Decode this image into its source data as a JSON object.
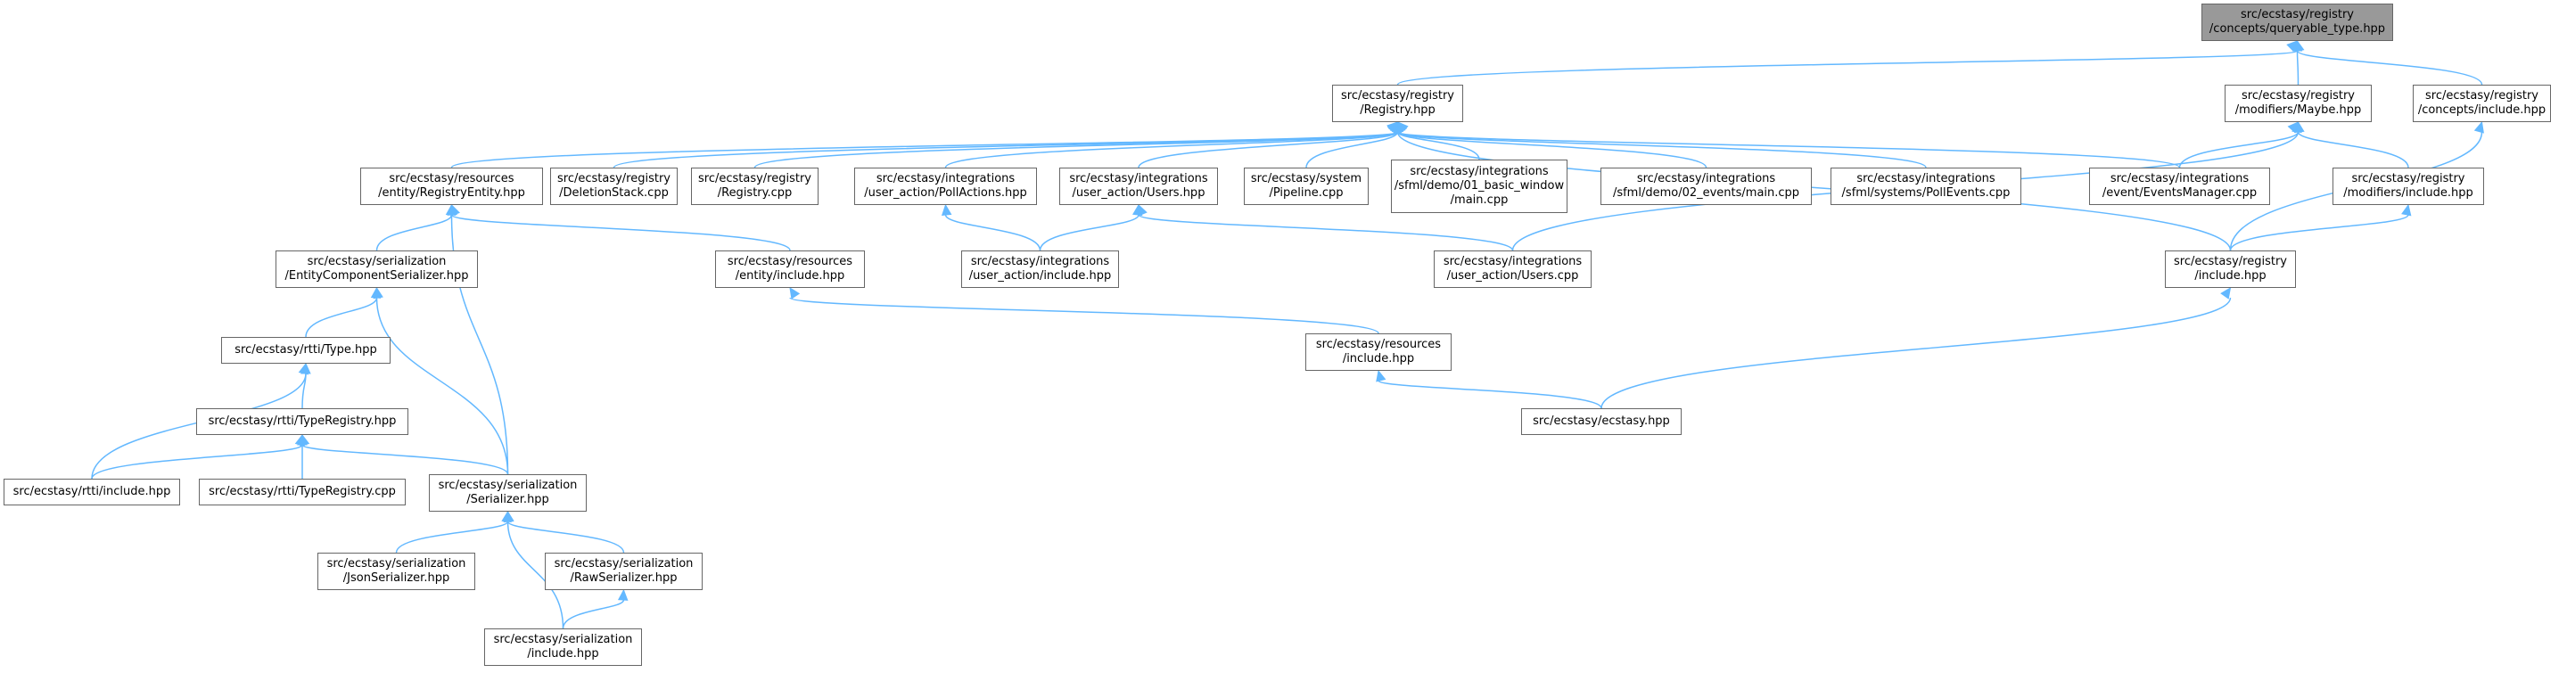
{
  "diagram": {
    "colors": {
      "edge": "#63b8ff",
      "node_border": "#666666",
      "root_fill": "#999999",
      "node_fill": "#ffffff"
    },
    "nodes": [
      {
        "id": "queryable",
        "lines": [
          "src/ecstasy/registry",
          "/concepts/queryable_type.hpp"
        ],
        "root": true
      },
      {
        "id": "registry_hpp",
        "lines": [
          "src/ecstasy/registry",
          "/Registry.hpp"
        ]
      },
      {
        "id": "maybe",
        "lines": [
          "src/ecstasy/registry",
          "/modifiers/Maybe.hpp"
        ]
      },
      {
        "id": "concepts_include",
        "lines": [
          "src/ecstasy/registry",
          "/concepts/include.hpp"
        ]
      },
      {
        "id": "registry_entity",
        "lines": [
          "src/ecstasy/resources",
          "/entity/RegistryEntity.hpp"
        ]
      },
      {
        "id": "deletion_stack",
        "lines": [
          "src/ecstasy/registry",
          "/DeletionStack.cpp"
        ]
      },
      {
        "id": "registry_cpp",
        "lines": [
          "src/ecstasy/registry",
          "/Registry.cpp"
        ]
      },
      {
        "id": "poll_actions",
        "lines": [
          "src/ecstasy/integrations",
          "/user_action/PollActions.hpp"
        ]
      },
      {
        "id": "users_hpp",
        "lines": [
          "src/ecstasy/integrations",
          "/user_action/Users.hpp"
        ]
      },
      {
        "id": "pipeline",
        "lines": [
          "src/ecstasy/system",
          "/Pipeline.cpp"
        ]
      },
      {
        "id": "demo01",
        "lines": [
          "src/ecstasy/integrations",
          "/sfml/demo/01_basic_window",
          "/main.cpp"
        ]
      },
      {
        "id": "demo02",
        "lines": [
          "src/ecstasy/integrations",
          "/sfml/demo/02_events/main.cpp"
        ]
      },
      {
        "id": "poll_events",
        "lines": [
          "src/ecstasy/integrations",
          "/sfml/systems/PollEvents.cpp"
        ]
      },
      {
        "id": "events_manager",
        "lines": [
          "src/ecstasy/integrations",
          "/event/EventsManager.cpp"
        ]
      },
      {
        "id": "modifiers_include",
        "lines": [
          "src/ecstasy/registry",
          "/modifiers/include.hpp"
        ]
      },
      {
        "id": "entity_component_ser",
        "lines": [
          "src/ecstasy/serialization",
          "/EntityComponentSerializer.hpp"
        ]
      },
      {
        "id": "entity_include",
        "lines": [
          "src/ecstasy/resources",
          "/entity/include.hpp"
        ]
      },
      {
        "id": "user_action_include",
        "lines": [
          "src/ecstasy/integrations",
          "/user_action/include.hpp"
        ]
      },
      {
        "id": "users_cpp",
        "lines": [
          "src/ecstasy/integrations",
          "/user_action/Users.cpp"
        ]
      },
      {
        "id": "registry_include",
        "lines": [
          "src/ecstasy/registry",
          "/include.hpp"
        ]
      },
      {
        "id": "type_hpp",
        "lines": [
          "src/ecstasy/rtti/Type.hpp"
        ]
      },
      {
        "id": "resources_include",
        "lines": [
          "src/ecstasy/resources",
          "/include.hpp"
        ]
      },
      {
        "id": "type_registry_hpp",
        "lines": [
          "src/ecstasy/rtti/TypeRegistry.hpp"
        ]
      },
      {
        "id": "ecstasy_hpp",
        "lines": [
          "src/ecstasy/ecstasy.hpp"
        ]
      },
      {
        "id": "rtti_include",
        "lines": [
          "src/ecstasy/rtti/include.hpp"
        ]
      },
      {
        "id": "type_registry_cpp",
        "lines": [
          "src/ecstasy/rtti/TypeRegistry.cpp"
        ]
      },
      {
        "id": "serializer_hpp",
        "lines": [
          "src/ecstasy/serialization",
          "/Serializer.hpp"
        ]
      },
      {
        "id": "json_ser",
        "lines": [
          "src/ecstasy/serialization",
          "/JsonSerializer.hpp"
        ]
      },
      {
        "id": "raw_ser",
        "lines": [
          "src/ecstasy/serialization",
          "/RawSerializer.hpp"
        ]
      },
      {
        "id": "serialization_include",
        "lines": [
          "src/ecstasy/serialization",
          "/include.hpp"
        ]
      }
    ],
    "edges": [
      {
        "from": "queryable",
        "to": "registry_hpp"
      },
      {
        "from": "queryable",
        "to": "maybe"
      },
      {
        "from": "queryable",
        "to": "concepts_include"
      },
      {
        "from": "registry_hpp",
        "to": "registry_entity"
      },
      {
        "from": "registry_hpp",
        "to": "deletion_stack"
      },
      {
        "from": "registry_hpp",
        "to": "registry_cpp"
      },
      {
        "from": "registry_hpp",
        "to": "poll_actions"
      },
      {
        "from": "registry_hpp",
        "to": "users_hpp"
      },
      {
        "from": "registry_hpp",
        "to": "pipeline"
      },
      {
        "from": "registry_hpp",
        "to": "demo01"
      },
      {
        "from": "registry_hpp",
        "to": "demo02"
      },
      {
        "from": "registry_hpp",
        "to": "poll_events"
      },
      {
        "from": "registry_hpp",
        "to": "events_manager"
      },
      {
        "from": "registry_hpp",
        "to": "registry_include"
      },
      {
        "from": "maybe",
        "to": "events_manager"
      },
      {
        "from": "maybe",
        "to": "modifiers_include"
      },
      {
        "from": "maybe",
        "to": "users_cpp"
      },
      {
        "from": "concepts_include",
        "to": "registry_include"
      },
      {
        "from": "modifiers_include",
        "to": "registry_include"
      },
      {
        "from": "registry_entity",
        "to": "entity_component_ser"
      },
      {
        "from": "registry_entity",
        "to": "entity_include"
      },
      {
        "from": "registry_entity",
        "to": "serializer_hpp"
      },
      {
        "from": "poll_actions",
        "to": "user_action_include"
      },
      {
        "from": "users_hpp",
        "to": "user_action_include"
      },
      {
        "from": "users_hpp",
        "to": "users_cpp"
      },
      {
        "from": "entity_include",
        "to": "resources_include"
      },
      {
        "from": "resources_include",
        "to": "ecstasy_hpp"
      },
      {
        "from": "registry_include",
        "to": "ecstasy_hpp"
      },
      {
        "from": "entity_component_ser",
        "to": "type_hpp"
      },
      {
        "from": "entity_component_ser",
        "to": "serializer_hpp"
      },
      {
        "from": "type_hpp",
        "to": "type_registry_hpp"
      },
      {
        "from": "type_hpp",
        "to": "rtti_include"
      },
      {
        "from": "type_registry_hpp",
        "to": "rtti_include"
      },
      {
        "from": "type_registry_hpp",
        "to": "type_registry_cpp"
      },
      {
        "from": "type_registry_hpp",
        "to": "serializer_hpp"
      },
      {
        "from": "serializer_hpp",
        "to": "json_ser"
      },
      {
        "from": "serializer_hpp",
        "to": "raw_ser"
      },
      {
        "from": "serializer_hpp",
        "to": "serialization_include"
      },
      {
        "from": "raw_ser",
        "to": "serialization_include"
      }
    ]
  }
}
